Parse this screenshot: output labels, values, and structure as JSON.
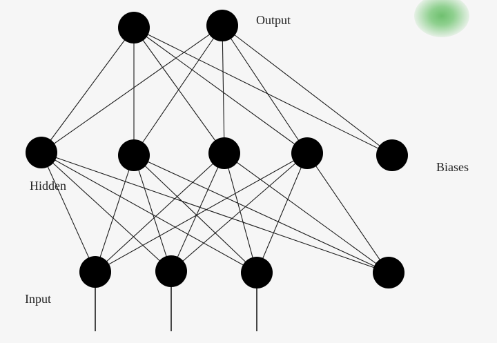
{
  "diagram": {
    "labels": {
      "output": "Output",
      "biases": "Biases",
      "hidden": "Hidden",
      "input": "Input"
    },
    "layers": {
      "output": [
        "o1",
        "o2"
      ],
      "hidden": [
        "h1",
        "h2",
        "h3",
        "h4"
      ],
      "hidden_bias": [
        "b_h"
      ],
      "input": [
        "i1",
        "i2",
        "i3"
      ],
      "input_bias": [
        "b_i"
      ]
    },
    "edges": [
      [
        "o1",
        "h1"
      ],
      [
        "o1",
        "h2"
      ],
      [
        "o1",
        "h3"
      ],
      [
        "o1",
        "h4"
      ],
      [
        "o1",
        "b_h"
      ],
      [
        "o2",
        "h1"
      ],
      [
        "o2",
        "h2"
      ],
      [
        "o2",
        "h3"
      ],
      [
        "o2",
        "h4"
      ],
      [
        "o2",
        "b_h"
      ],
      [
        "h1",
        "i1"
      ],
      [
        "h1",
        "i2"
      ],
      [
        "h1",
        "i3"
      ],
      [
        "h1",
        "b_i"
      ],
      [
        "h2",
        "i1"
      ],
      [
        "h2",
        "i2"
      ],
      [
        "h2",
        "i3"
      ],
      [
        "h2",
        "b_i"
      ],
      [
        "h3",
        "i1"
      ],
      [
        "h3",
        "i2"
      ],
      [
        "h3",
        "i3"
      ],
      [
        "h3",
        "b_i"
      ],
      [
        "h4",
        "i1"
      ],
      [
        "h4",
        "i2"
      ],
      [
        "h4",
        "i3"
      ],
      [
        "h4",
        "b_i"
      ]
    ],
    "input_leads": [
      "i1",
      "i2",
      "i3"
    ],
    "colors": {
      "node": "#000000",
      "edge": "#1a1a1a",
      "background": "#f6f6f6",
      "glow": "#6fc06f"
    }
  }
}
